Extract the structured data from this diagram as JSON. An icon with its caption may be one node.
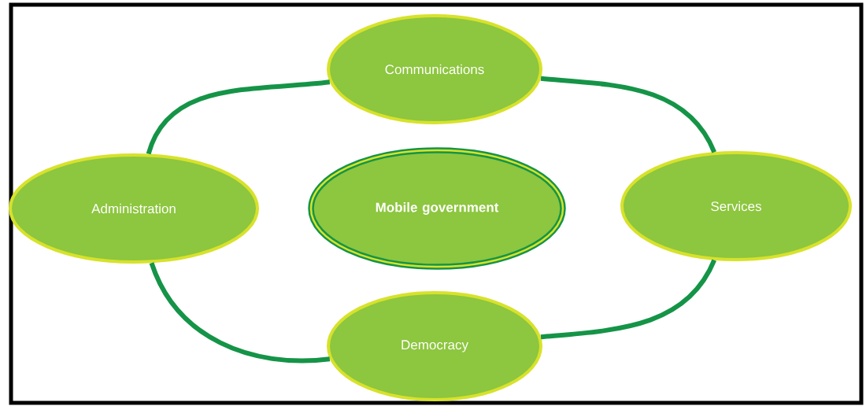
{
  "diagram": {
    "nodes": [
      {
        "text": [
          "Communications"
        ]
      },
      {
        "text": [
          "Administration"
        ]
      },
      {
        "text": [
          "Mobile government"
        ]
      },
      {
        "text": [
          "Services"
        ]
      },
      {
        "text": [
          "Democracy"
        ]
      }
    ],
    "edges": [
      {
        "from": 1,
        "to": 0,
        "arrow": "none"
      },
      {
        "from": 0,
        "to": 3,
        "arrow": "none"
      },
      {
        "from": 3,
        "to": 4,
        "arrow": "none"
      },
      {
        "from": 4,
        "to": 1,
        "arrow": "none"
      }
    ]
  }
}
